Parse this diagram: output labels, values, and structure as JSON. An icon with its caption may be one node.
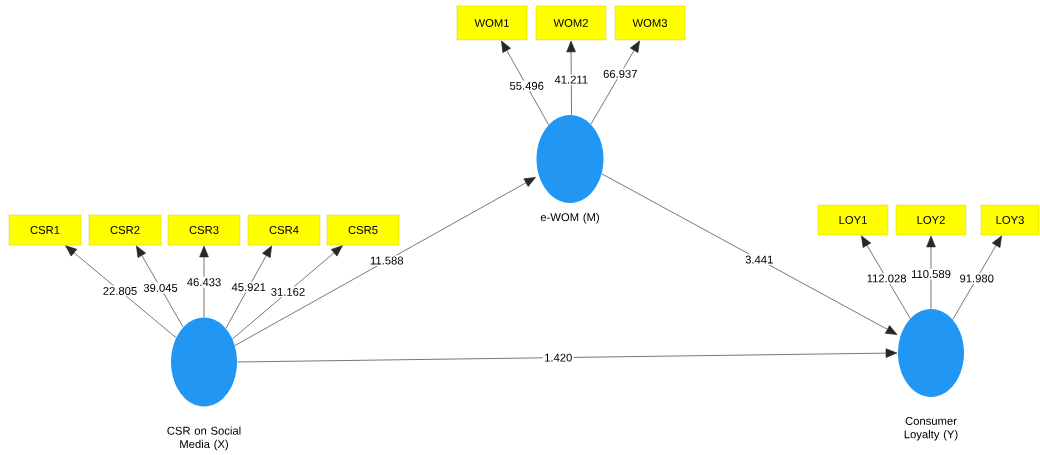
{
  "diagram": {
    "nodes": [
      {
        "text": [
          "WOM1"
        ]
      },
      {
        "text": [
          "WOM2"
        ]
      },
      {
        "text": [
          "WOM3"
        ]
      },
      {
        "text": [],
        "shape": "circle",
        "beside": [
          "e-WOM (M)"
        ]
      },
      {
        "text": [
          "CSR1"
        ]
      },
      {
        "text": [
          "CSR2"
        ]
      },
      {
        "text": [
          "CSR3"
        ]
      },
      {
        "text": [
          "CSR4"
        ]
      },
      {
        "text": [
          "CSR5"
        ]
      },
      {
        "text": [
          "LOY1"
        ]
      },
      {
        "text": [
          "LOY2"
        ]
      },
      {
        "text": [
          "LOY3"
        ]
      },
      {
        "text": [],
        "shape": "circle",
        "beside": [
          "CSR on Social Media (X)"
        ]
      },
      {
        "text": [],
        "shape": "circle",
        "beside": [
          "Consumer Loyalty (Y)"
        ]
      }
    ],
    "edges": [
      {
        "from": 3,
        "to": 0,
        "arrow": "to",
        "label": "55.496"
      },
      {
        "from": 3,
        "to": 1,
        "arrow": "to",
        "label": "41.211"
      },
      {
        "from": 3,
        "to": 2,
        "arrow": "to",
        "label": "66.937"
      },
      {
        "from": 12,
        "to": 4,
        "arrow": "to",
        "label": "22.805"
      },
      {
        "from": 12,
        "to": 5,
        "arrow": "to",
        "label": "39.045"
      },
      {
        "from": 12,
        "to": 6,
        "arrow": "to",
        "label": "46.433"
      },
      {
        "from": 12,
        "to": 7,
        "arrow": "to",
        "label": "45.921"
      },
      {
        "from": 12,
        "to": 8,
        "arrow": "to",
        "label": "31.162"
      },
      {
        "from": 13,
        "to": 9,
        "arrow": "to",
        "label": "112.028"
      },
      {
        "from": 13,
        "to": 10,
        "arrow": "to",
        "label": "110.589"
      },
      {
        "from": 13,
        "to": 11,
        "arrow": "to",
        "label": "91.980"
      },
      {
        "from": 12,
        "to": 3,
        "arrow": "to",
        "label": "11.588"
      },
      {
        "from": 3,
        "to": 13,
        "arrow": "to",
        "label": "3.441"
      },
      {
        "from": 12,
        "to": 13,
        "arrow": "to",
        "label": "1.420"
      }
    ]
  }
}
